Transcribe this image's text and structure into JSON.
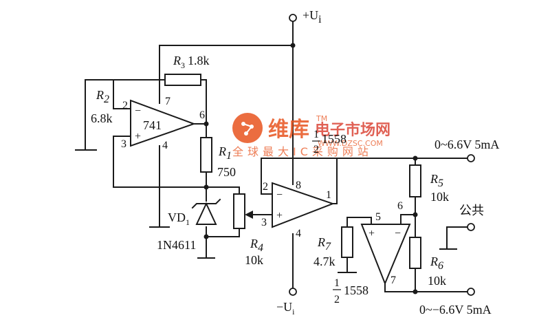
{
  "supply": {
    "pos": "+U",
    "pos_sub": "i",
    "neg": "−U",
    "neg_sub": "i"
  },
  "components": {
    "r2": {
      "name": "R",
      "sub": "2",
      "value": "6.8k"
    },
    "r3": {
      "name": "R",
      "sub": "3",
      "value": "1.8k"
    },
    "r1": {
      "name": "R",
      "sub": "1",
      "value": "750"
    },
    "r4": {
      "name": "R",
      "sub": "4",
      "value": "10k"
    },
    "r5": {
      "name": "R",
      "sub": "5",
      "value": "10k"
    },
    "r6": {
      "name": "R",
      "sub": "6",
      "value": "10k"
    },
    "r7": {
      "name": "R",
      "sub": "7",
      "value": "4.7k"
    },
    "vd1": {
      "name": "VD",
      "sub": "1",
      "part": "1N4611"
    },
    "u741": {
      "label": "741",
      "pins": {
        "inv": "2",
        "noninv": "3",
        "out": "6",
        "vpos": "7",
        "vneg": "4"
      }
    },
    "u1558a": {
      "frac_num": "1",
      "frac_den": "2",
      "part": "1558",
      "pins": {
        "inv": "2",
        "noninv": "3",
        "out": "1",
        "vpos": "8",
        "vneg": "4"
      }
    },
    "u1558b": {
      "frac_num": "1",
      "frac_den": "2",
      "part": "1558",
      "pins": {
        "noninv": "5",
        "inv": "6",
        "out": "7"
      }
    }
  },
  "outputs": {
    "top": "0~6.6V 5mA",
    "common": "公共",
    "bottom": "0~−6.6V 5mA"
  },
  "watermark": {
    "brand": "维库",
    "title": "电子市场网",
    "tagline": "全球最大IC采购网站",
    "url": "WWW.DZSC.COM",
    "tm": "TM"
  }
}
